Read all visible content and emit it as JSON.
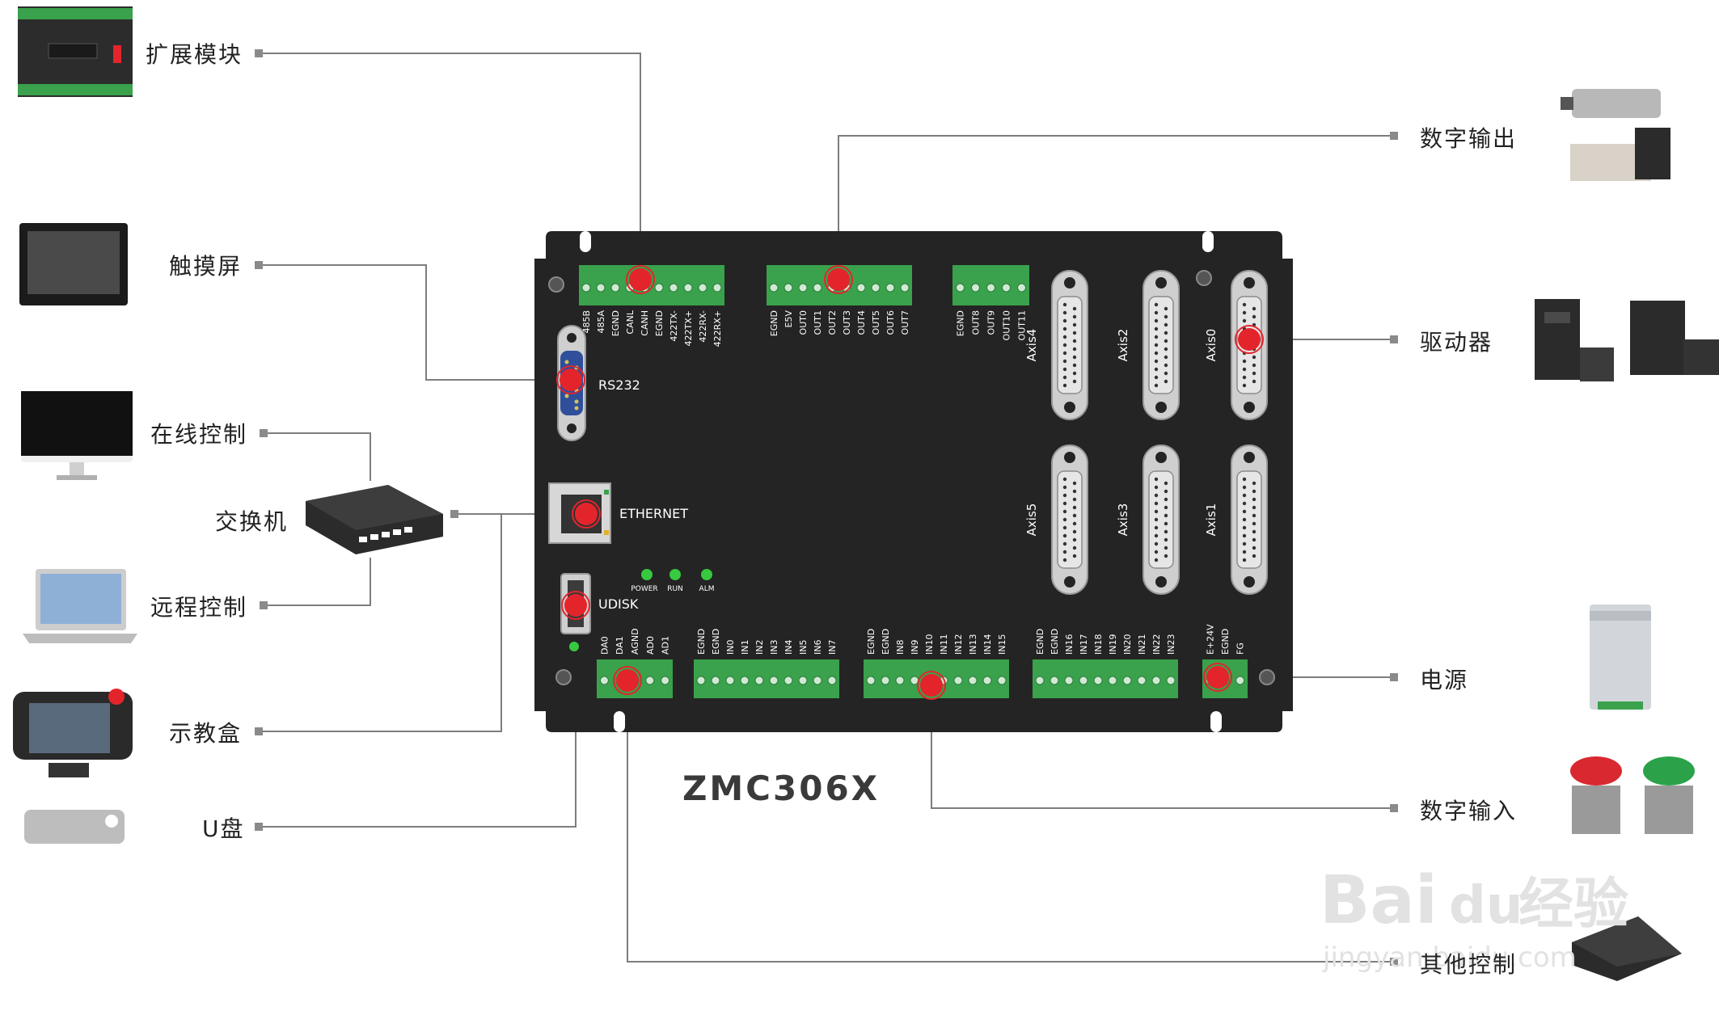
{
  "controller": {
    "model": "ZMC306X",
    "ports": {
      "rs232": "RS232",
      "ethernet": "ETHERNET",
      "udisk": "UDISK"
    },
    "leds": [
      "POWER",
      "RUN",
      "ALM"
    ],
    "terminals": {
      "comm": [
        "485B",
        "485A",
        "EGND",
        "CANL",
        "CANH",
        "EGND",
        "422TX-",
        "422TX+",
        "422RX-",
        "422RX+"
      ],
      "out_a": [
        "EGND",
        "E5V",
        "OUT0",
        "OUT1",
        "OUT2",
        "OUT3",
        "OUT4",
        "OUT5",
        "OUT6",
        "OUT7"
      ],
      "out_b": [
        "EGND",
        "OUT8",
        "OUT9",
        "OUT10",
        "OUT11"
      ],
      "analog": [
        "DA0",
        "DA1",
        "AGND",
        "AD0",
        "AD1"
      ],
      "in_a": [
        "EGND",
        "EGND",
        "IN0",
        "IN1",
        "IN2",
        "IN3",
        "IN4",
        "IN5",
        "IN6",
        "IN7"
      ],
      "in_b": [
        "EGND",
        "EGND",
        "IN8",
        "IN9",
        "IN10",
        "IN11",
        "IN12",
        "IN13",
        "IN14",
        "IN15"
      ],
      "in_c": [
        "EGND",
        "EGND",
        "IN16",
        "IN17",
        "IN18",
        "IN19",
        "IN20",
        "IN21",
        "IN22",
        "IN23"
      ],
      "power": [
        "E+24V",
        "EGND",
        "FG"
      ]
    },
    "axes": {
      "axis4": "Axis4",
      "axis2": "Axis2",
      "axis0": "Axis0",
      "axis5": "Axis5",
      "axis3": "Axis3",
      "axis1": "Axis1"
    }
  },
  "left_labels": {
    "expansion": "扩展模块",
    "touchscreen": "触摸屏",
    "online": "在线控制",
    "switch": "交换机",
    "remote": "远程控制",
    "pendant": "示教盒",
    "udisk": "U盘"
  },
  "right_labels": {
    "digital_out": "数字输出",
    "driver": "驱动器",
    "power": "电源",
    "digital_in": "数字输入",
    "other": "其他控制"
  },
  "watermark": {
    "brand": "Bai",
    "brand2": "du",
    "cn": "经验",
    "url": "jingyan.baidu.com"
  },
  "colors": {
    "board": "#242424",
    "terminal": "#3aa14c",
    "marker": "#e4242b",
    "db_connector": "#2f4f9a",
    "led": "#37c93f",
    "line": "#7d7d7d"
  }
}
